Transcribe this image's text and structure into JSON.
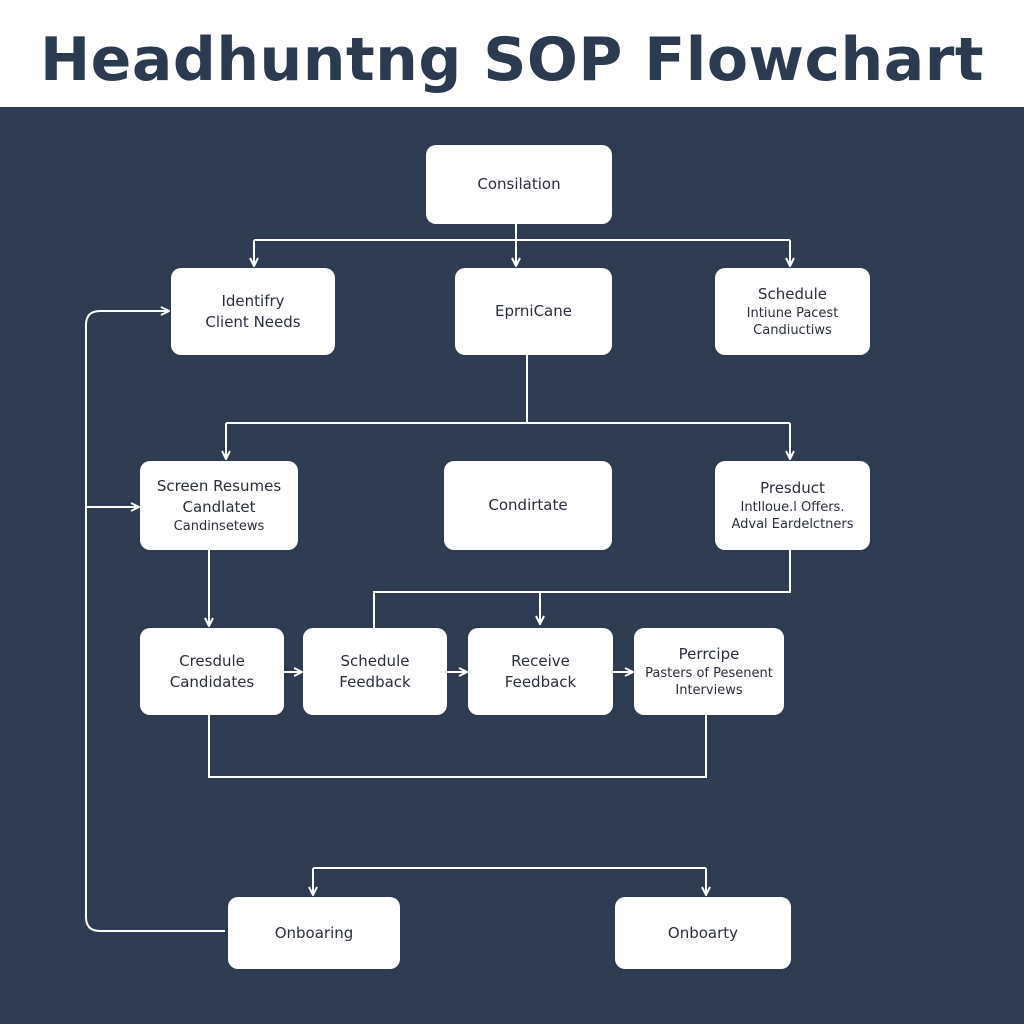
{
  "title": "Headhuntng SOP Flowchart",
  "colors": {
    "background": "#2f3b50",
    "node_fill": "#ffffff",
    "title_text": "#2c3a4f",
    "connector": "#ffffff"
  },
  "nodes": {
    "consultation": {
      "line1": "Consilation"
    },
    "identify": {
      "line1": "Identifry",
      "line2": "Client Needs"
    },
    "eprnicane": {
      "line1": "EprniCane"
    },
    "schedule_top": {
      "line1": "Schedule",
      "line2": "Intiune Pacest",
      "line3": "Candiuctiws"
    },
    "screen": {
      "line1": "Screen Resumes",
      "line2": "Candlatet",
      "line3": "Candinsetews"
    },
    "condirtate": {
      "line1": "Condirtate"
    },
    "presduct": {
      "line1": "Presduct",
      "line2": "Intlloue.l Offers.",
      "line3": "Adval Eardelctners"
    },
    "cresdule": {
      "line1": "Cresdule",
      "line2": "Candidates"
    },
    "schedule_feedback": {
      "line1": "Schedule",
      "line2": "Feedback"
    },
    "receive": {
      "line1": "Receive",
      "line2": "Feedback"
    },
    "perrcipe": {
      "line1": "Perrcipe",
      "line2": "Pasters of Pesenent",
      "line3": "Interviews"
    },
    "onboaring": {
      "line1": "Onboaring"
    },
    "onboarty": {
      "line1": "Onboarty"
    }
  }
}
